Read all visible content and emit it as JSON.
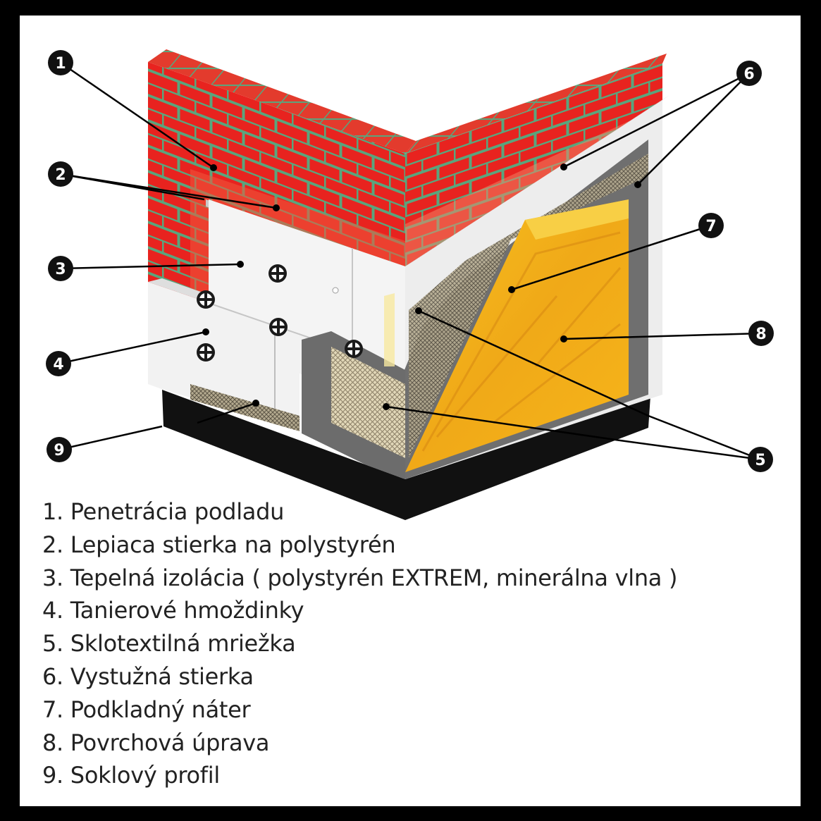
{
  "callouts": [
    "1",
    "2",
    "3",
    "4",
    "5",
    "6",
    "7",
    "8",
    "9"
  ],
  "legend": [
    "1. Penetrácia podladu",
    "2. Lepiaca stierka na polystyrén",
    "3. Tepelná izolácia ( polystyrén EXTREM, minerálna vlna )",
    "4. Tanierové hmoždinky",
    "5. Sklotextilná mriežka",
    "6. Vystužná stierka",
    "7. Podkladný náter",
    "8. Povrchová úprava",
    "9. Soklový profil"
  ],
  "colors": {
    "brick": "#e8231f",
    "mortar": "#5aa57d",
    "insulation": "#f0f0f0",
    "plaster": "#6f6f6f",
    "mesh": "#d9cfb0",
    "finish": "#f3b21b",
    "base_profile": "#111111",
    "frame": "#000000"
  },
  "icons": [
    "dowel-icon"
  ]
}
